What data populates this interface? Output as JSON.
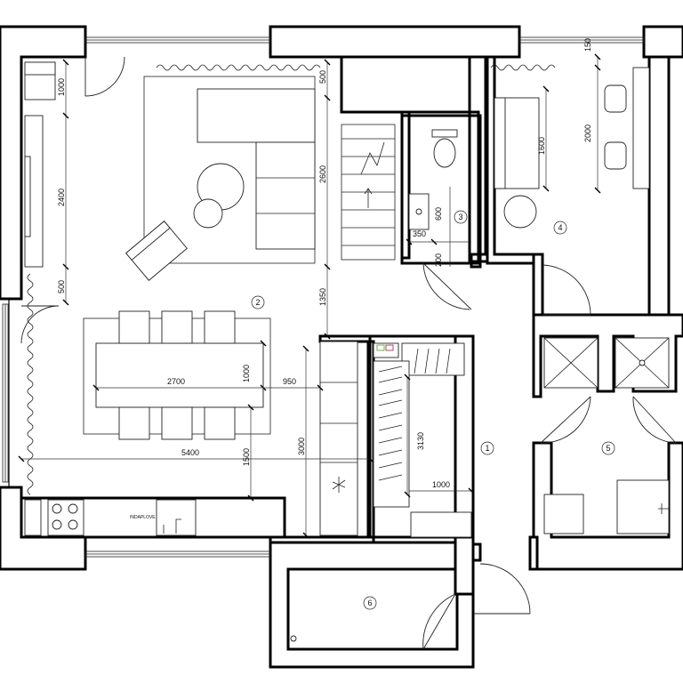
{
  "plan": {
    "rooms": [
      "1",
      "2",
      "3",
      "4",
      "5",
      "6"
    ],
    "dimensions": {
      "left_1000": "1000",
      "left_2400": "2400",
      "left_500": "500",
      "top_500": "500",
      "mid_2600": "2600",
      "mid_1350": "1350",
      "bath_600": "600",
      "bath_350": "350",
      "bath_200": "200",
      "bed_1600": "1600",
      "bed_2000": "2000",
      "bed_150": "150",
      "dining_2700": "2700",
      "dining_1000": "1000",
      "dining_950": "950",
      "kitchen_1500": "1500",
      "kitchen_3000": "3000",
      "total_5400": "5400",
      "hall_3130": "3130",
      "hall_1000": "1000"
    },
    "appliance_label": "INDAPLOVE"
  }
}
